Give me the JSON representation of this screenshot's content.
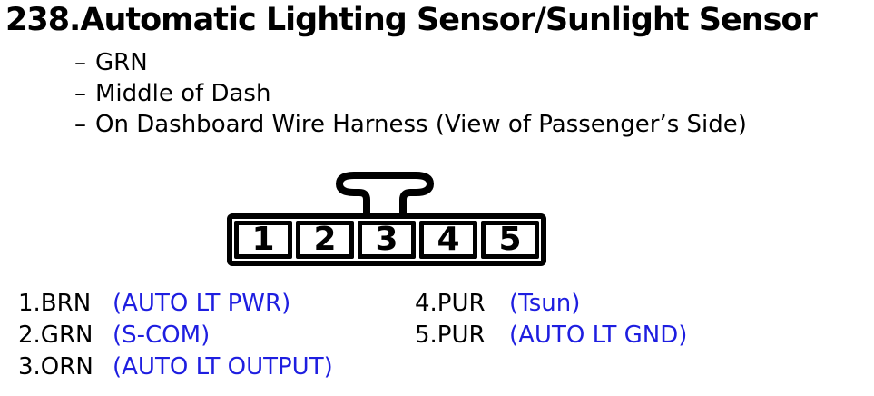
{
  "title": "238.Automatic Lighting Sensor/Sunlight Sensor",
  "notes": {
    "bullet": "–",
    "items": [
      "GRN",
      "Middle of Dash",
      "On Dashboard Wire Harness (View of Passenger’s Side)"
    ]
  },
  "connector": {
    "pins": [
      "1",
      "2",
      "3",
      "4",
      "5"
    ]
  },
  "pinout": {
    "left": [
      {
        "label": "1.BRN",
        "function": "(AUTO LT PWR)"
      },
      {
        "label": "2.GRN",
        "function": "(S-COM)"
      },
      {
        "label": "3.ORN",
        "function": "(AUTO LT OUTPUT)"
      }
    ],
    "right": [
      {
        "label": "4.PUR",
        "function": "(Tsun)"
      },
      {
        "label": "5.PUR",
        "function": "(AUTO LT GND)"
      }
    ]
  },
  "colors": {
    "text_black": "#000000",
    "function_blue": "#1e1ee0",
    "background": "#ffffff"
  }
}
